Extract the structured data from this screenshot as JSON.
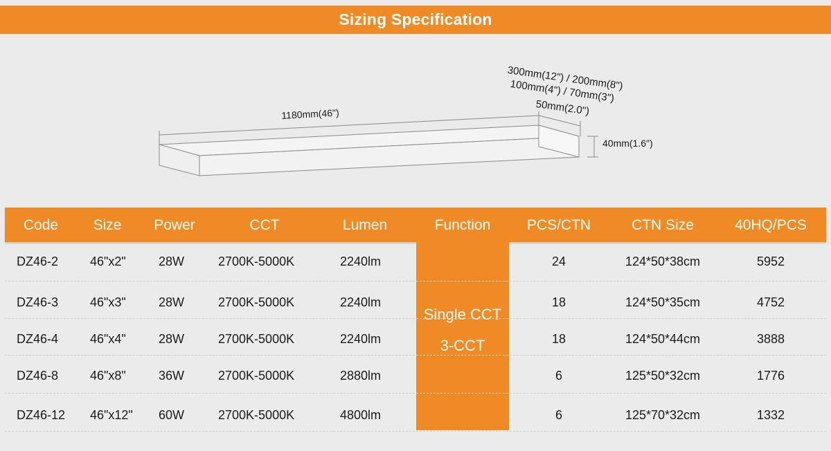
{
  "title": "Sizing Specification",
  "diagram": {
    "length": "1180mm(46\")",
    "width_options": [
      "300mm(12\") / 200mm(8\")",
      "100mm(4\") / 70mm(3\")",
      "50mm(2.0\")"
    ],
    "height": "40mm(1.6\")"
  },
  "table": {
    "headers": [
      "Code",
      "Size",
      "Power",
      "CCT",
      "Lumen",
      "Function",
      "PCS/CTN",
      "CTN Size",
      "40HQ/PCS"
    ],
    "rows": [
      {
        "code": "DZ46-2",
        "size": "46\"x2\"",
        "power": "28W",
        "cct": "2700K-5000K",
        "lumen": "2240lm",
        "pcs": "24",
        "ctn": "124*50*38cm",
        "hq": "5952"
      },
      {
        "code": "DZ46-3",
        "size": "46\"x3\"",
        "power": "28W",
        "cct": "2700K-5000K",
        "lumen": "2240lm",
        "pcs": "18",
        "ctn": "124*50*35cm",
        "hq": "4752"
      },
      {
        "code": "DZ46-4",
        "size": "46\"x4\"",
        "power": "28W",
        "cct": "2700K-5000K",
        "lumen": "2240lm",
        "pcs": "18",
        "ctn": "124*50*44cm",
        "hq": "3888"
      },
      {
        "code": "DZ46-8",
        "size": "46\"x8\"",
        "power": "36W",
        "cct": "2700K-5000K",
        "lumen": "2880lm",
        "pcs": "6",
        "ctn": "125*50*32cm",
        "hq": "1776"
      },
      {
        "code": "DZ46-12",
        "size": "46\"x12\"",
        "power": "60W",
        "cct": "2700K-5000K",
        "lumen": "4800lm",
        "pcs": "6",
        "ctn": "125*70*32cm",
        "hq": "1332"
      }
    ],
    "function_lines": [
      "Single CCT",
      "3-CCT"
    ]
  },
  "colors": {
    "accent": "#ef8a25",
    "background": "#ebebeb",
    "header_text": "#ffffff"
  }
}
